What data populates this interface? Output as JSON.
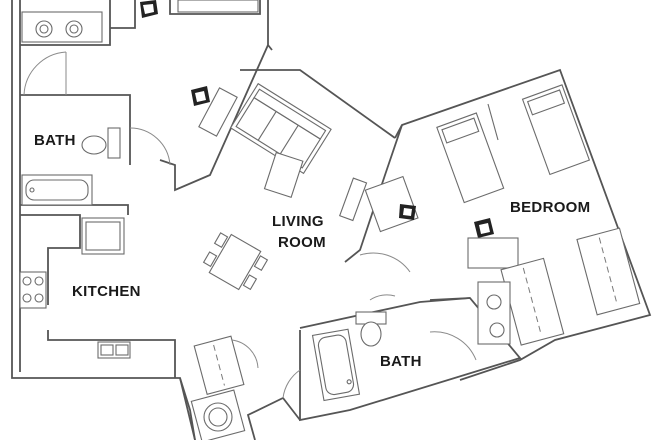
{
  "rooms": {
    "bath_left": "BATH",
    "kitchen": "KITCHEN",
    "living_line1": "LIVING",
    "living_line2": "ROOM",
    "bedroom": "BEDROOM",
    "bath_right": "BATH"
  },
  "colors": {
    "walls": "#555555",
    "fixtures": "#6b6b6b",
    "text": "#1a1a1a",
    "background": "#ffffff"
  },
  "icons": [
    "desk-chair-icon",
    "sink-icon",
    "toilet-icon",
    "bathtub-icon",
    "stove-icon",
    "sofa-icon",
    "dining-table-icon",
    "bed-icon",
    "wardrobe-icon",
    "washer-icon"
  ]
}
